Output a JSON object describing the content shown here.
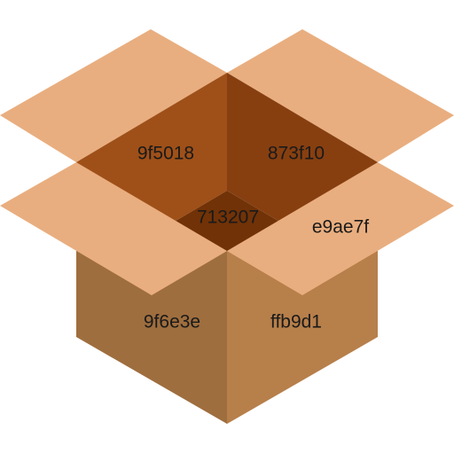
{
  "colors": {
    "inner_left": "#9f5018",
    "inner_right": "#873f10",
    "inner_bottom": "#713207",
    "flap": "#e9ae7f",
    "front_left": "#9f6e3e",
    "front_right": "#b77f4a"
  },
  "labels": {
    "inner_left": "9f5018",
    "inner_right": "873f10",
    "inner_bottom": "713207",
    "flap": "e9ae7f",
    "front_left": "9f6e3e",
    "front_right": "ffb9d1"
  }
}
